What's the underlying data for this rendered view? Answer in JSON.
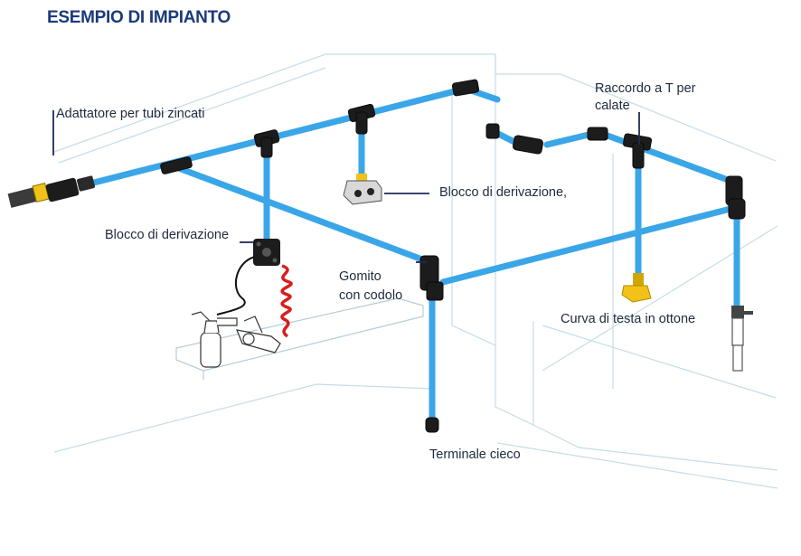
{
  "title": "ESEMPIO DI IMPIANTO",
  "labels": {
    "adattatore": "Adattatore per tubi zincati",
    "raccordo_line1": "Raccordo a T per",
    "raccordo_line2": "calate",
    "blocco_right": "Blocco di derivazione,",
    "blocco_left": "Blocco di derivazione",
    "gomito_line1": "Gomito",
    "gomito_line2": "con codolo",
    "curva": "Curva di testa in ottone",
    "terminale": "Terminale cieco"
  },
  "colors": {
    "title": "#1b3a7a",
    "pipe": "#3aa6e8",
    "fitting": "#1c1c1c",
    "brass": "#f2c218",
    "hose": "#d81e1e",
    "wall_lines": "#c6dce8"
  }
}
